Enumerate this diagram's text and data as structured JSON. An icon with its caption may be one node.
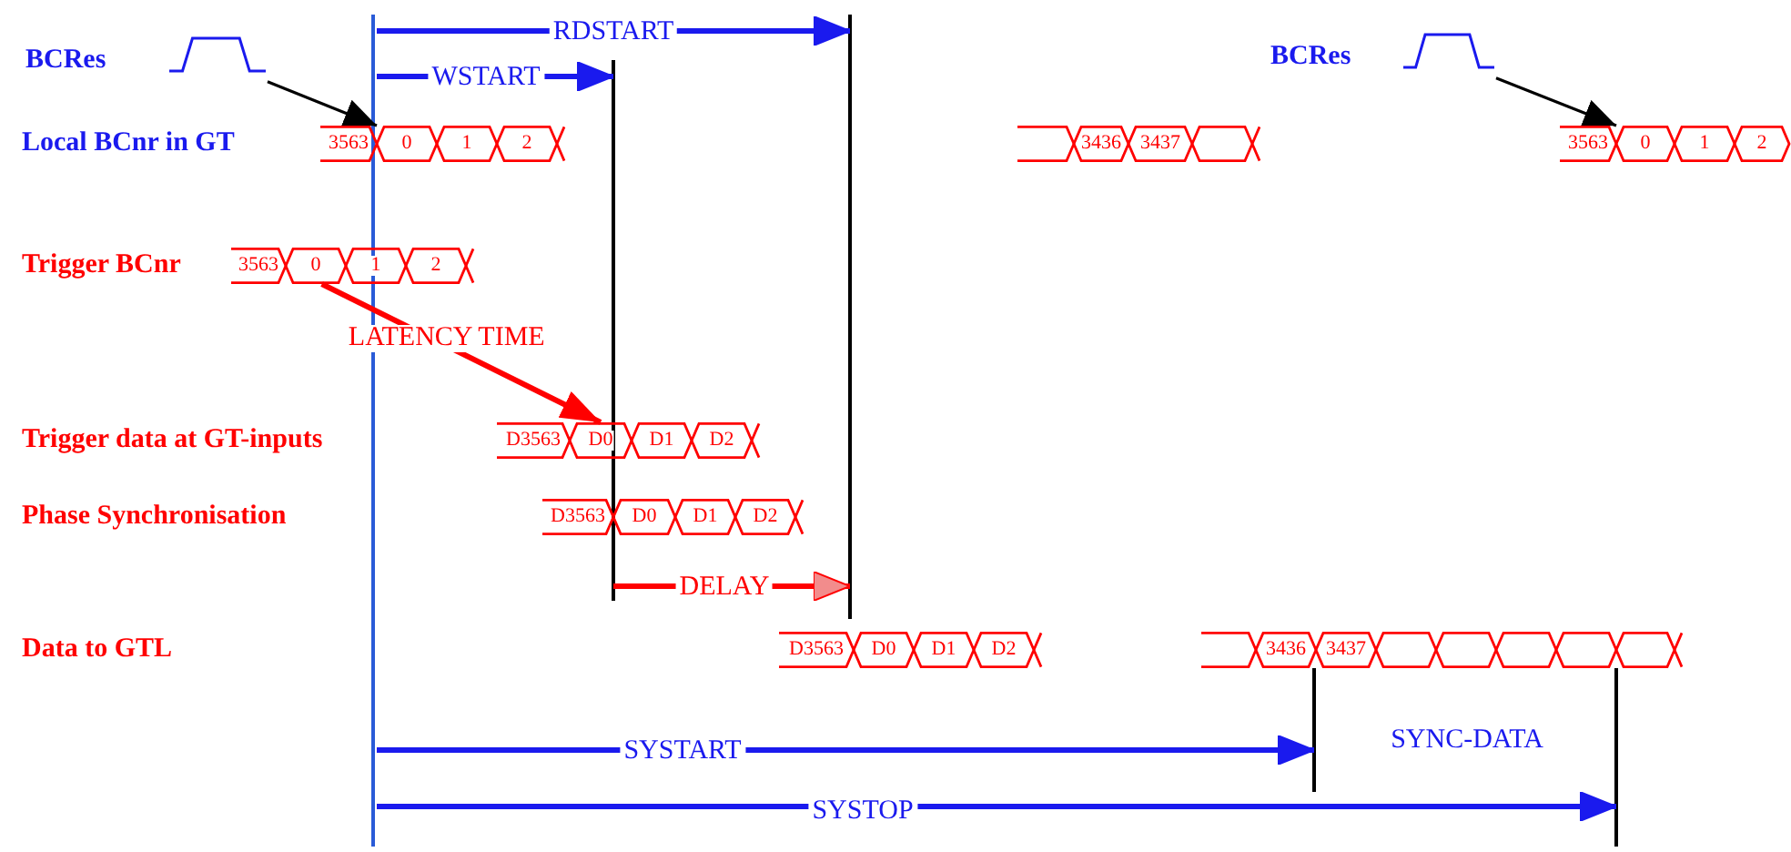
{
  "diagram": {
    "nodes": [
      {
        "text": [
          "BCRes"
        ]
      },
      {
        "text": [
          "BCRes"
        ]
      },
      {
        "text": [
          "3563"
        ]
      },
      {
        "text": [
          "0"
        ]
      },
      {
        "text": [
          "1"
        ]
      },
      {
        "text": [
          "2"
        ]
      },
      {
        "text": [],
        "shape": "hexagon"
      },
      {
        "text": [
          "3436"
        ]
      },
      {
        "text": [
          "3437"
        ]
      },
      {
        "text": [],
        "shape": "hexagon"
      },
      {
        "text": [
          "3563"
        ]
      },
      {
        "text": [
          "0"
        ]
      },
      {
        "text": [
          "1"
        ]
      },
      {
        "text": [
          "2"
        ]
      },
      {
        "text": [
          "3563"
        ]
      },
      {
        "text": [
          "0"
        ]
      },
      {
        "text": [
          "1"
        ]
      },
      {
        "text": [
          "2"
        ]
      },
      {
        "text": [
          "D3563"
        ]
      },
      {
        "text": [
          "D0"
        ]
      },
      {
        "text": [
          "D1"
        ]
      },
      {
        "text": [
          "D2"
        ]
      },
      {
        "text": [
          "D3563"
        ]
      },
      {
        "text": [
          "D0"
        ]
      },
      {
        "text": [
          "D1"
        ]
      },
      {
        "text": [
          "D2"
        ]
      },
      {
        "text": [
          "D3563"
        ]
      },
      {
        "text": [
          "D0"
        ]
      },
      {
        "text": [
          "D1"
        ]
      },
      {
        "text": [
          "D2"
        ]
      },
      {
        "text": [],
        "shape": "hexagon"
      },
      {
        "text": [
          "3436"
        ]
      },
      {
        "text": [
          "3437"
        ]
      },
      {
        "text": [],
        "shape": "hexagon"
      },
      {
        "text": [],
        "shape": "hexagon"
      },
      {
        "text": [],
        "shape": "hexagon"
      },
      {
        "text": [],
        "shape": "hexagon"
      },
      {
        "text": [],
        "shape": "hexagon"
      }
    ],
    "edges": [
      {
        "from": 0,
        "to": 3,
        "arrow": "to"
      },
      {
        "from": 1,
        "to": 11,
        "arrow": "to"
      },
      {
        "from": 15,
        "to": 19,
        "arrow": "to",
        "label": "LATENCY TIME",
        "style": "thick",
        "color": "#ff0000"
      }
    ],
    "labels": [
      "RDSTART",
      "WSTART",
      "Local BCnr in GT",
      "Trigger BCnr",
      "Trigger data at GT-inputs",
      "Phase Synchronisation",
      "DELAY",
      "Data to GTL",
      "SYSTART",
      "SYNC-DATA",
      "SYSTOP"
    ]
  }
}
